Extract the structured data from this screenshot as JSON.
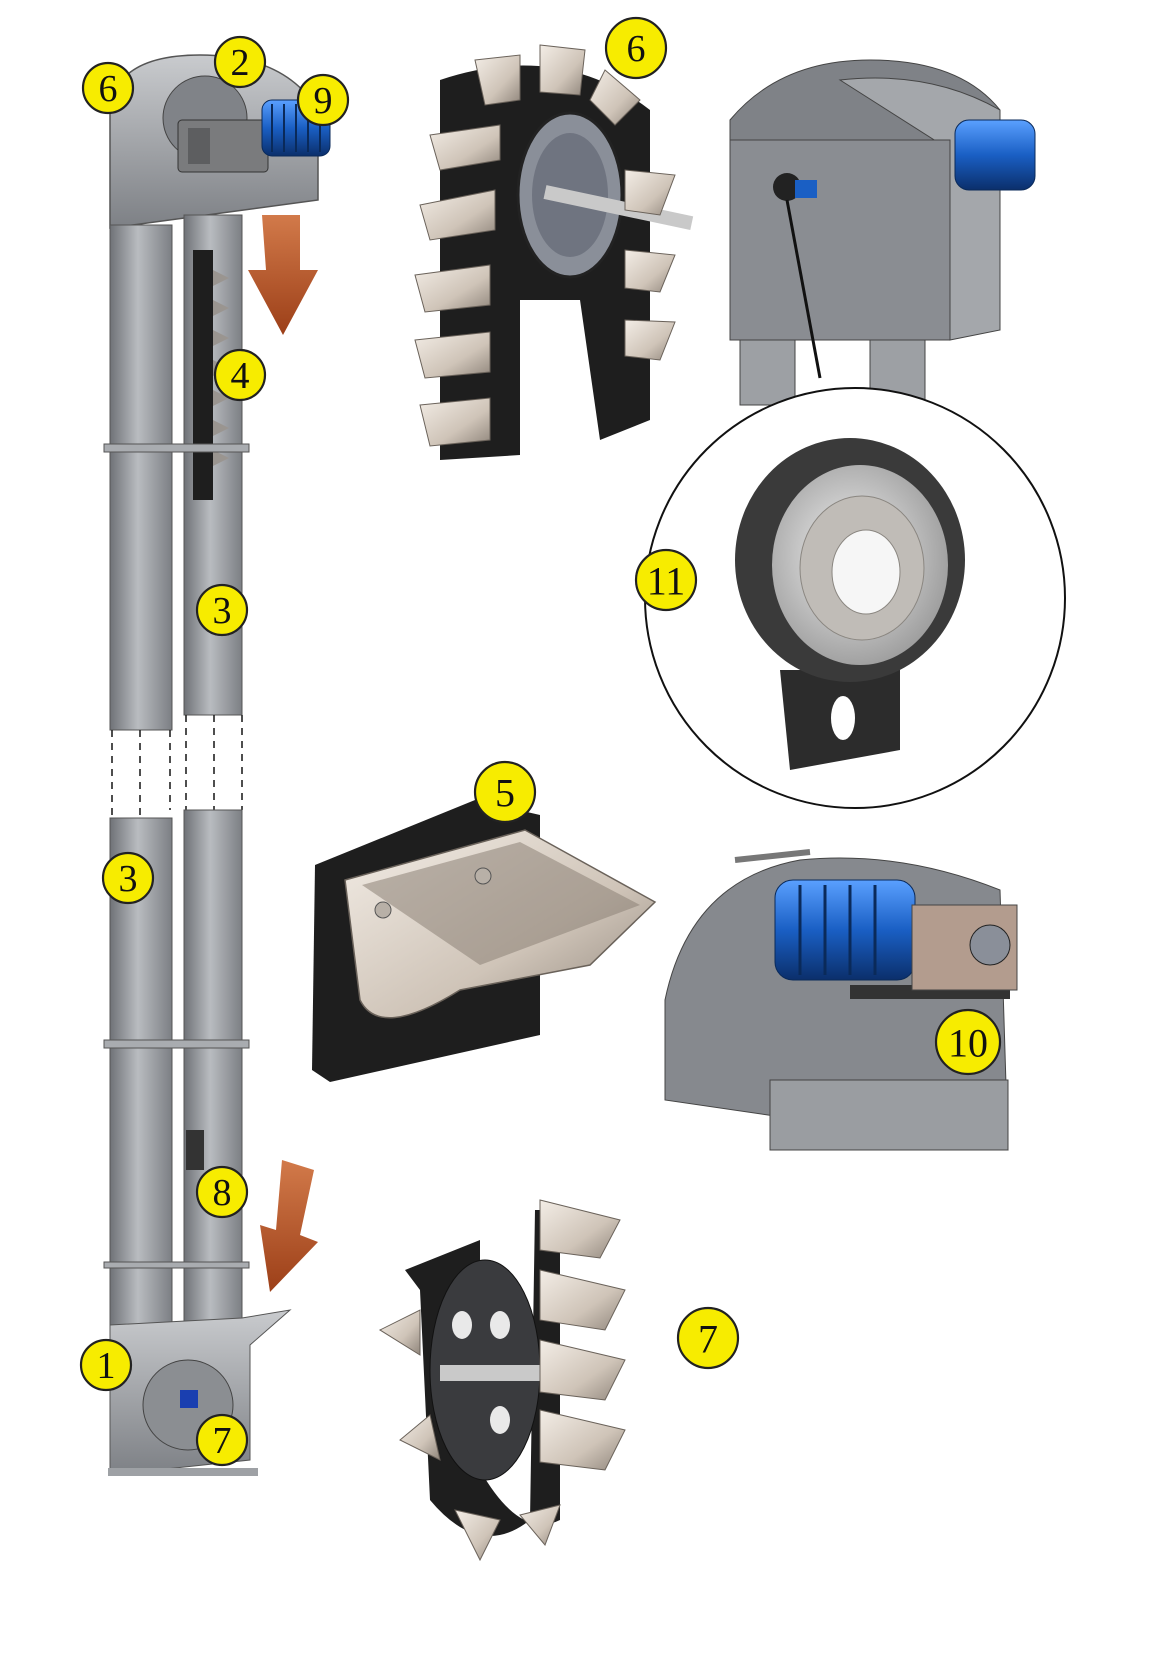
{
  "callouts": [
    {
      "label": "6"
    },
    {
      "label": "2"
    },
    {
      "label": "9"
    },
    {
      "label": "4"
    },
    {
      "label": "3"
    },
    {
      "label": "3"
    },
    {
      "label": "8"
    },
    {
      "label": "1"
    },
    {
      "label": "7"
    },
    {
      "label": "6"
    },
    {
      "label": "11"
    },
    {
      "label": "5"
    },
    {
      "label": "10"
    },
    {
      "label": "7"
    }
  ],
  "colors": {
    "callout_fill": "#f7ec00",
    "arrow": "#b5532a",
    "steel": "#8e9196",
    "motor_blue": "#1a5fc4",
    "bucket": "#d8cfc6",
    "belt": "#1e1e1e"
  }
}
